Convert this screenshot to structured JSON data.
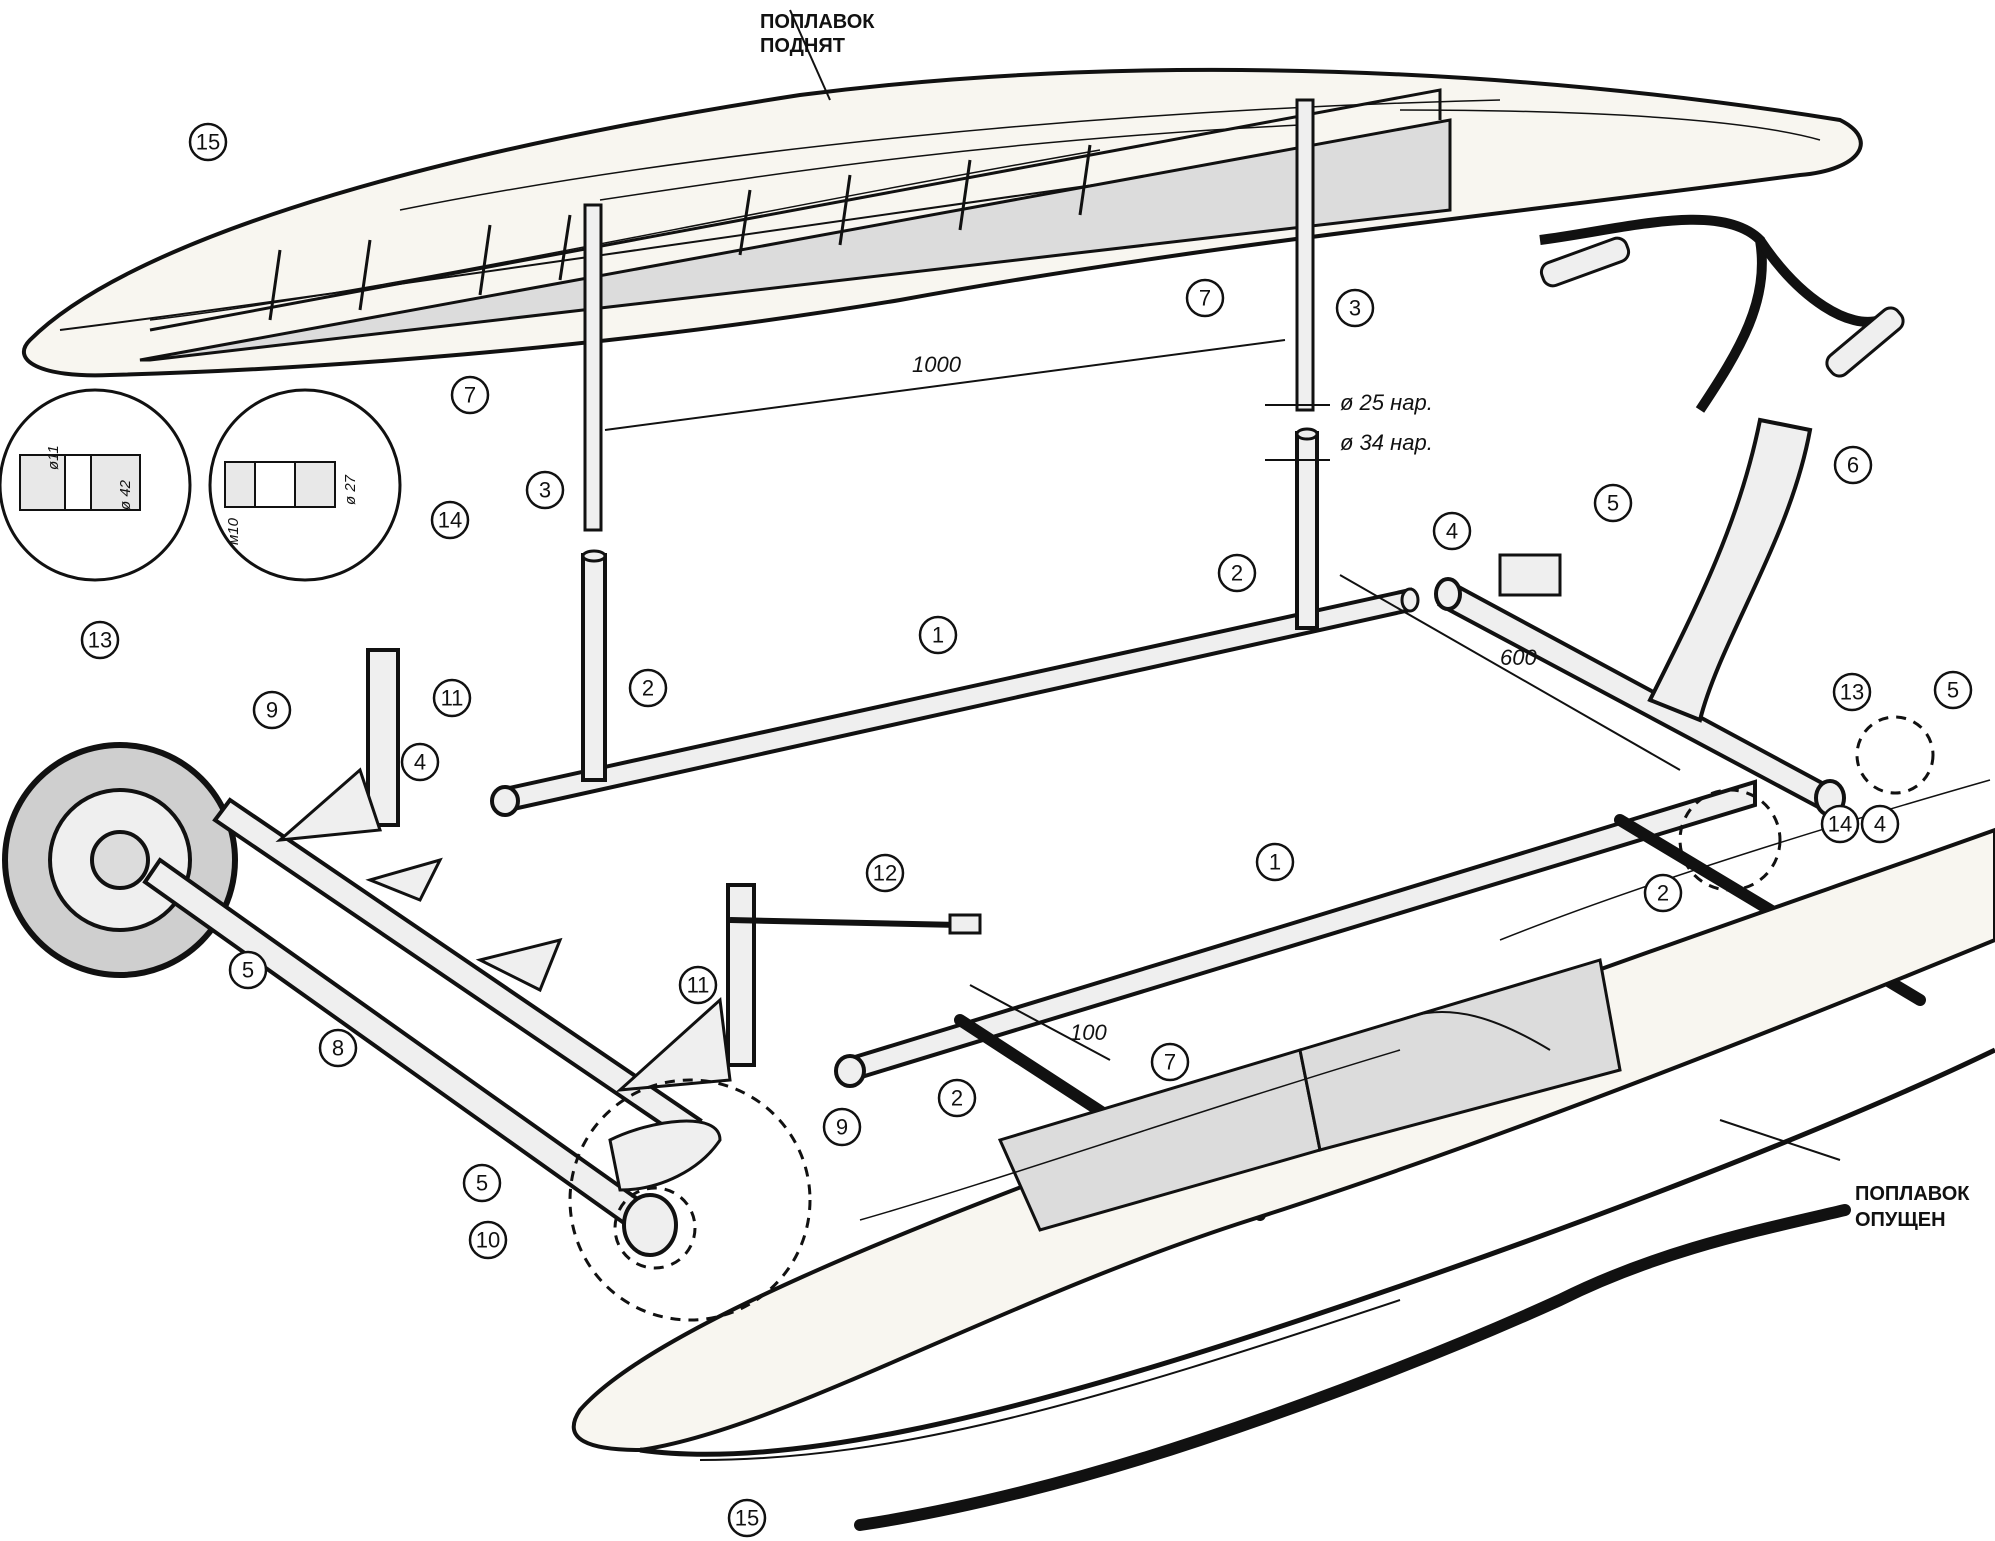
{
  "captions": {
    "float_raised_1": "ПОПЛАВОК",
    "float_raised_2": "ПОДНЯТ",
    "float_lowered_1": "ПОПЛАВОК",
    "float_lowered_2": "ОПУЩЕН"
  },
  "dimensions": {
    "d1000": "1000",
    "d25": "ø 25 нар.",
    "d34": "ø 34 нар.",
    "d600": "600",
    "d100": "100",
    "d11": "ø11",
    "d42": "ø 42",
    "d27": "ø 27",
    "m10": "м10"
  },
  "callouts": {
    "c1": "1",
    "c2": "2",
    "c3": "3",
    "c4": "4",
    "c5": "5",
    "c6": "6",
    "c7": "7",
    "c8": "8",
    "c9": "9",
    "c10": "10",
    "c11": "11",
    "c12": "12",
    "c13": "13",
    "c14": "14",
    "c15": "15"
  }
}
